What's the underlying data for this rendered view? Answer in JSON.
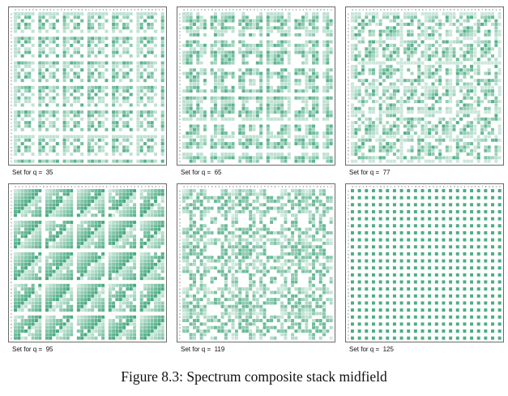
{
  "figure": {
    "caption": "Figure 8.3: Spectrum composite stack midfield"
  },
  "panels": [
    {
      "caption": "Set for q =  35",
      "q": 35
    },
    {
      "caption": "Set for q =  65",
      "q": 65
    },
    {
      "caption": "Set for q =  77",
      "q": 77
    },
    {
      "caption": "Set for q =  95",
      "q": 95
    },
    {
      "caption": "Set for q =  119",
      "q": 119
    },
    {
      "caption": "Set for q =  125",
      "q": 125
    }
  ],
  "colors": {
    "cell_dark": "#2e9e6e",
    "cell_light": "#d8f0e4",
    "frame": "#6a6a6a"
  }
}
